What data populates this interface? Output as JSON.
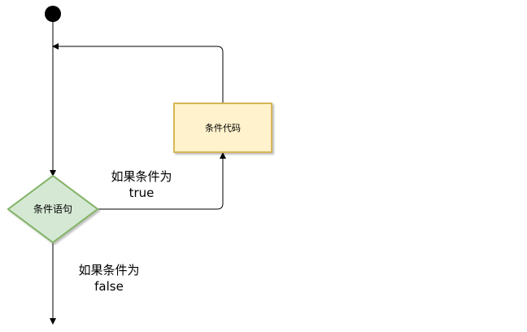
{
  "diagram": {
    "colors": {
      "line": "#000000",
      "decision_fill": "#d5e8d4",
      "decision_stroke": "#82b366",
      "process_fill": "#fff2cc",
      "process_stroke": "#d6b656",
      "start_fill": "#000000"
    },
    "nodes": {
      "decision_label": "条件语句",
      "process_label": "条件代码"
    },
    "edges": {
      "true_label_line1": "如果条件为",
      "true_label_line2": "true",
      "false_label_line1": "如果条件为",
      "false_label_line2": "false"
    }
  }
}
